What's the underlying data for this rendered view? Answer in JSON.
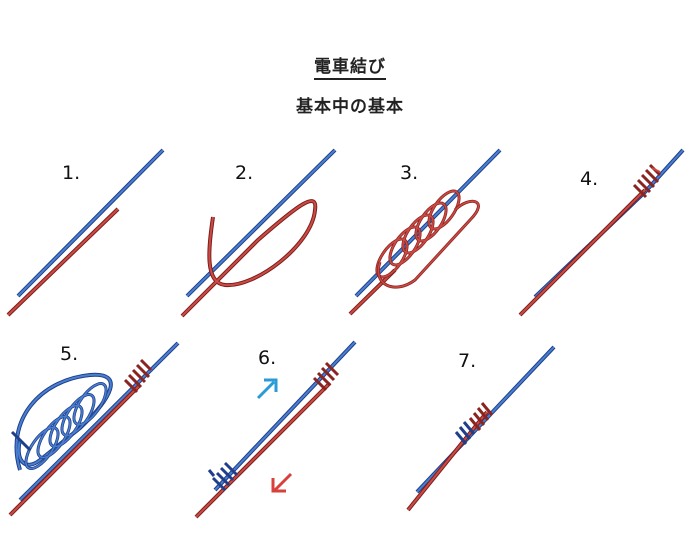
{
  "title": "電車結び",
  "subtitle": "基本中の基本",
  "steps": [
    {
      "label": "1."
    },
    {
      "label": "2."
    },
    {
      "label": "3."
    },
    {
      "label": "4."
    },
    {
      "label": "5."
    },
    {
      "label": "6."
    },
    {
      "label": "7."
    }
  ],
  "colors": {
    "line_blue": "#3a6cc4",
    "line_red": "#c0423c",
    "arrow_blue": "#2a9bd6",
    "arrow_red": "#d8413b"
  }
}
